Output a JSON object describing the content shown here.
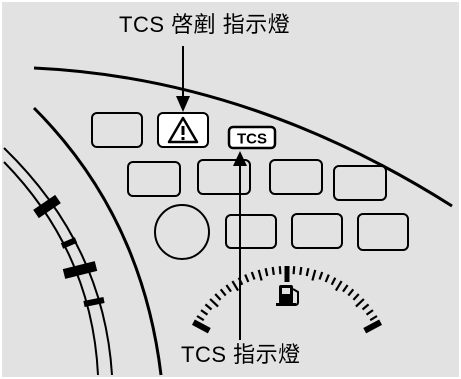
{
  "colors": {
    "panel": "#e2e2e2",
    "ink": "#000000",
    "page": "#ffffff"
  },
  "callouts": {
    "top_label": "TCS 啓剷 指示燈",
    "bottom_label": "TCS 指示燈"
  },
  "indicators": {
    "tcs_badge_text": "TCS",
    "warning_icon": "warning-triangle-icon",
    "fuel_icon": "fuel-pump-icon"
  }
}
